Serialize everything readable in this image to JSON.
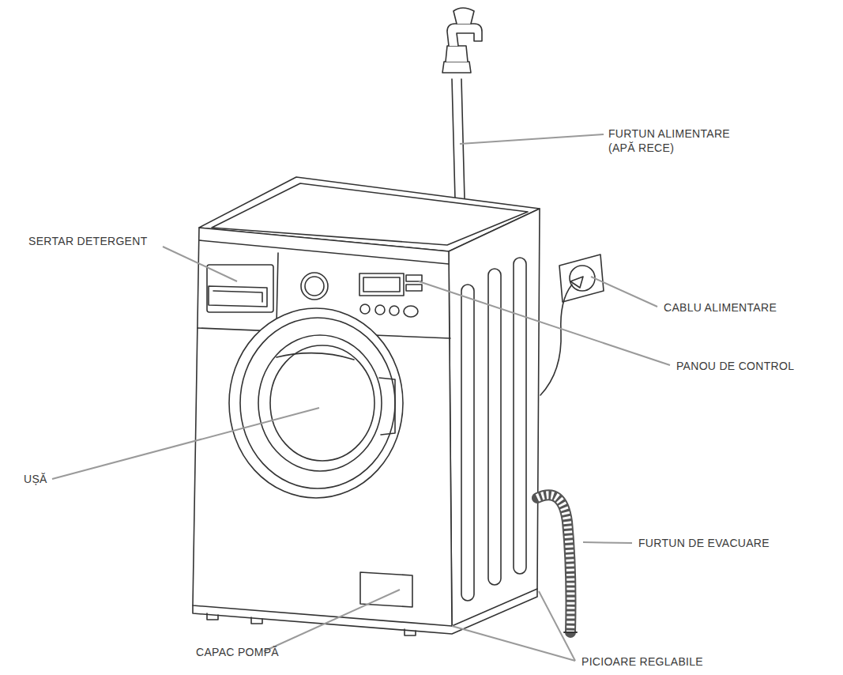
{
  "diagram": {
    "labels": [
      "FURTUN ALIMENTARE (APĂ RECE)",
      "SERTAR DETERGENT",
      "CABLU ALIMENTARE",
      "PANOU DE CONTROL",
      "UȘĂ",
      "FURTUN DE EVACUARE",
      "CAPAC POMPĂ",
      "PICIOARE REGLABILE"
    ]
  }
}
